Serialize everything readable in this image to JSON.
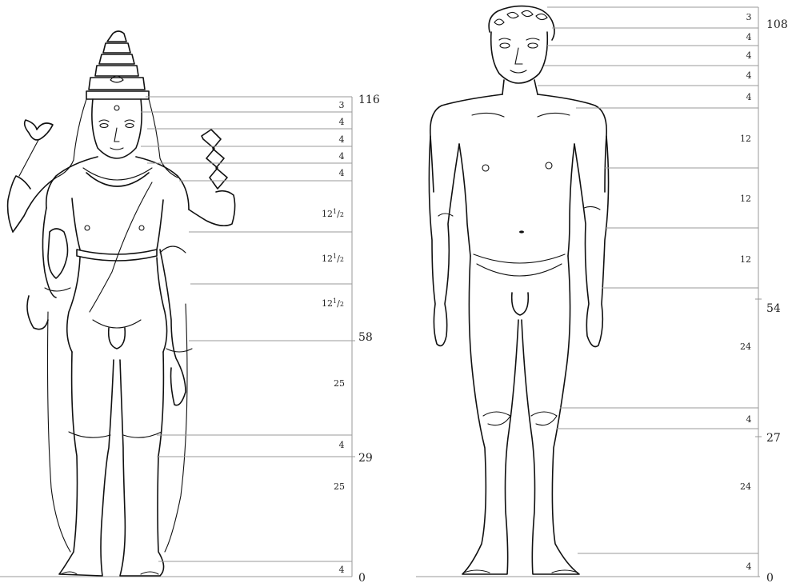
{
  "left_figure": {
    "segments": [
      "3",
      "4",
      "4",
      "4",
      "4",
      "12",
      "12",
      "12",
      "25",
      "4",
      "25",
      "4"
    ],
    "half_labels": [
      "1",
      "2"
    ],
    "scale_marks": [
      "116",
      "58",
      "29",
      "0"
    ]
  },
  "right_figure": {
    "segments": [
      "3",
      "4",
      "4",
      "4",
      "4",
      "12",
      "12",
      "12",
      "24",
      "4",
      "24",
      "4"
    ],
    "scale_marks": [
      "108",
      "54",
      "27",
      "0"
    ]
  }
}
